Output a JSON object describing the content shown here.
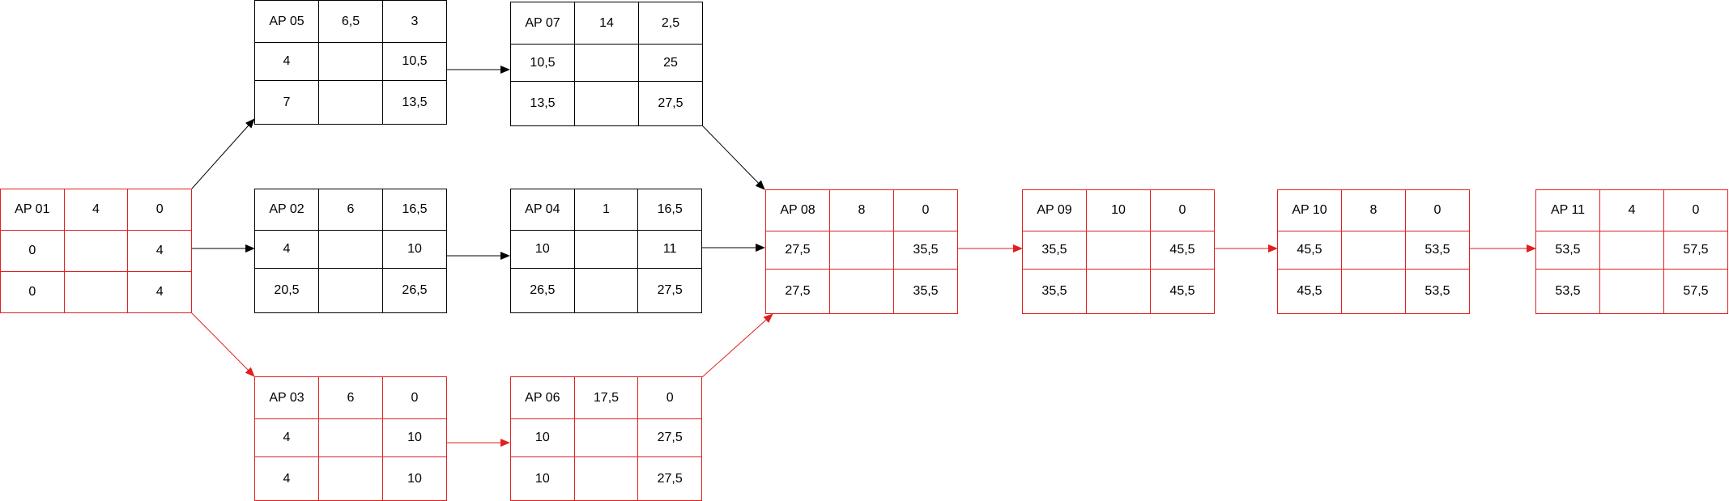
{
  "colors": {
    "normal": "#000000",
    "critical": "#e02020"
  },
  "nodes": {
    "ap01": {
      "id": "AP 01",
      "duration": "4",
      "buffer": "0",
      "fez": "0",
      "faz_end": "4",
      "saz": "0",
      "sez": "4",
      "critical": true
    },
    "ap02": {
      "id": "AP 02",
      "duration": "6",
      "buffer": "16,5",
      "fez": "4",
      "faz_end": "10",
      "saz": "20,5",
      "sez": "26,5",
      "critical": false
    },
    "ap03": {
      "id": "AP 03",
      "duration": "6",
      "buffer": "0",
      "fez": "4",
      "faz_end": "10",
      "saz": "4",
      "sez": "10",
      "critical": true
    },
    "ap04": {
      "id": "AP 04",
      "duration": "1",
      "buffer": "16,5",
      "fez": "10",
      "faz_end": "11",
      "saz": "26,5",
      "sez": "27,5",
      "critical": false
    },
    "ap05": {
      "id": "AP 05",
      "duration": "6,5",
      "buffer": "3",
      "fez": "4",
      "faz_end": "10,5",
      "saz": "7",
      "sez": "13,5",
      "critical": false
    },
    "ap06": {
      "id": "AP 06",
      "duration": "17,5",
      "buffer": "0",
      "fez": "10",
      "faz_end": "27,5",
      "saz": "10",
      "sez": "27,5",
      "critical": true
    },
    "ap07": {
      "id": "AP 07",
      "duration": "14",
      "buffer": "2,5",
      "fez": "10,5",
      "faz_end": "25",
      "saz": "13,5",
      "sez": "27,5",
      "critical": false
    },
    "ap08": {
      "id": "AP 08",
      "duration": "8",
      "buffer": "0",
      "fez": "27,5",
      "faz_end": "35,5",
      "saz": "27,5",
      "sez": "35,5",
      "critical": true
    },
    "ap09": {
      "id": "AP 09",
      "duration": "10",
      "buffer": "0",
      "fez": "35,5",
      "faz_end": "45,5",
      "saz": "35,5",
      "sez": "45,5",
      "critical": true
    },
    "ap10": {
      "id": "AP 10",
      "duration": "8",
      "buffer": "0",
      "fez": "45,5",
      "faz_end": "53,5",
      "saz": "45,5",
      "sez": "53,5",
      "critical": true
    },
    "ap11": {
      "id": "AP 11",
      "duration": "4",
      "buffer": "0",
      "fez": "53,5",
      "faz_end": "57,5",
      "saz": "53,5",
      "sez": "57,5",
      "critical": true
    }
  },
  "edges": [
    {
      "from": "AP 01",
      "to": "AP 05",
      "critical": false
    },
    {
      "from": "AP 01",
      "to": "AP 02",
      "critical": false
    },
    {
      "from": "AP 01",
      "to": "AP 03",
      "critical": true
    },
    {
      "from": "AP 05",
      "to": "AP 07",
      "critical": false
    },
    {
      "from": "AP 02",
      "to": "AP 04",
      "critical": false
    },
    {
      "from": "AP 03",
      "to": "AP 06",
      "critical": true
    },
    {
      "from": "AP 07",
      "to": "AP 08",
      "critical": false
    },
    {
      "from": "AP 04",
      "to": "AP 08",
      "critical": false
    },
    {
      "from": "AP 06",
      "to": "AP 08",
      "critical": true
    },
    {
      "from": "AP 08",
      "to": "AP 09",
      "critical": true
    },
    {
      "from": "AP 09",
      "to": "AP 10",
      "critical": true
    },
    {
      "from": "AP 10",
      "to": "AP 11",
      "critical": true
    }
  ]
}
